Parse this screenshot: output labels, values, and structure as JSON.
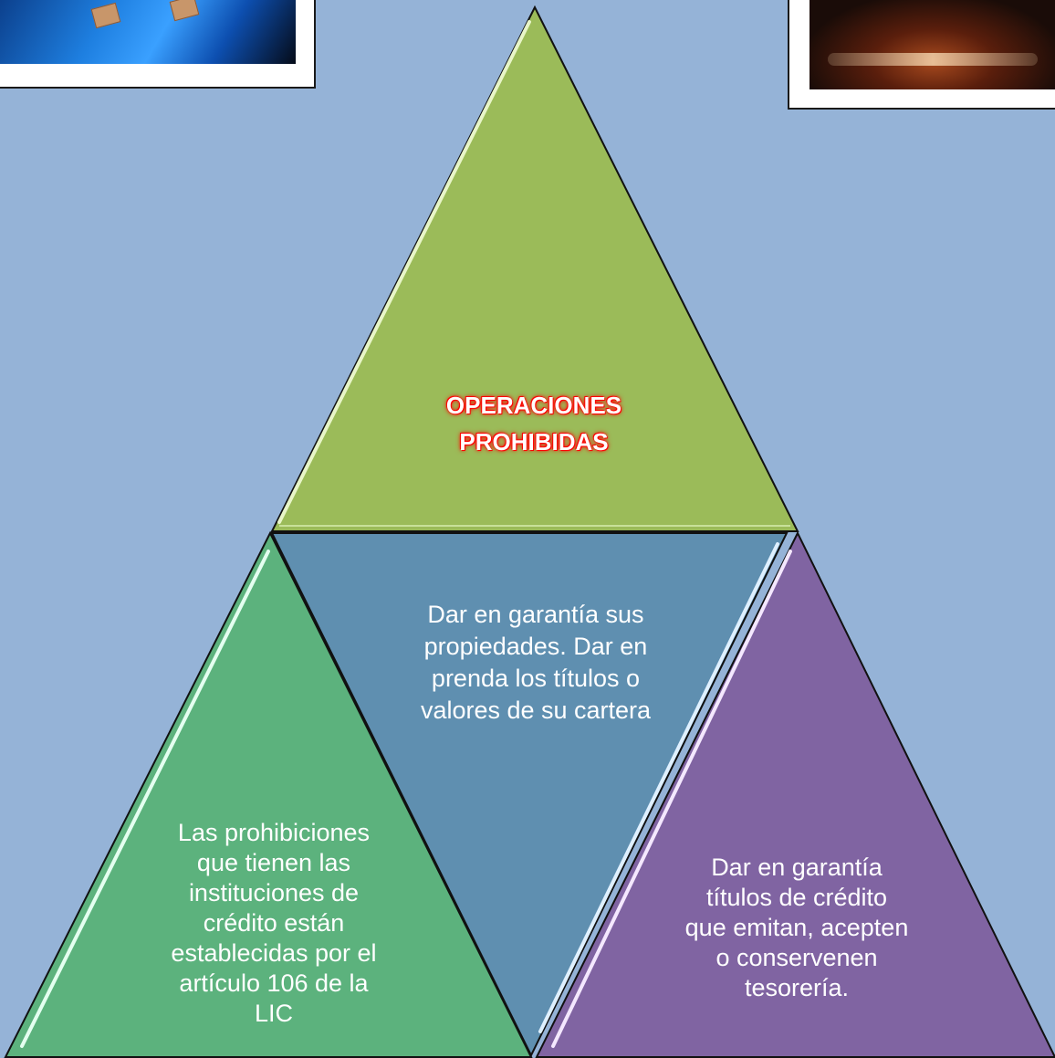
{
  "title": {
    "line1": "OPERACIONES",
    "line2": "PROHIBIDAS"
  },
  "center": {
    "lines": [
      "Dar en garantía sus",
      "propiedades. Dar en",
      "prenda los títulos o",
      "valores de su cartera"
    ]
  },
  "left": {
    "lines": [
      "Las prohibiciones",
      "que tienen las",
      "instituciones de",
      "crédito están",
      "establecidas por el",
      "artículo 106 de la",
      "LIC"
    ]
  },
  "right": {
    "lines": [
      "Dar en garantía",
      "títulos de crédito",
      "que emitan, acepten",
      "o conservenen",
      "tesorería."
    ]
  },
  "colors": {
    "background": "#95b3d7",
    "top_triangle": "#9bbb59",
    "center_triangle": "#5f8fb0",
    "left_triangle": "#5cb27d",
    "right_triangle": "#8064a2",
    "title_glow": "#ff0000"
  }
}
